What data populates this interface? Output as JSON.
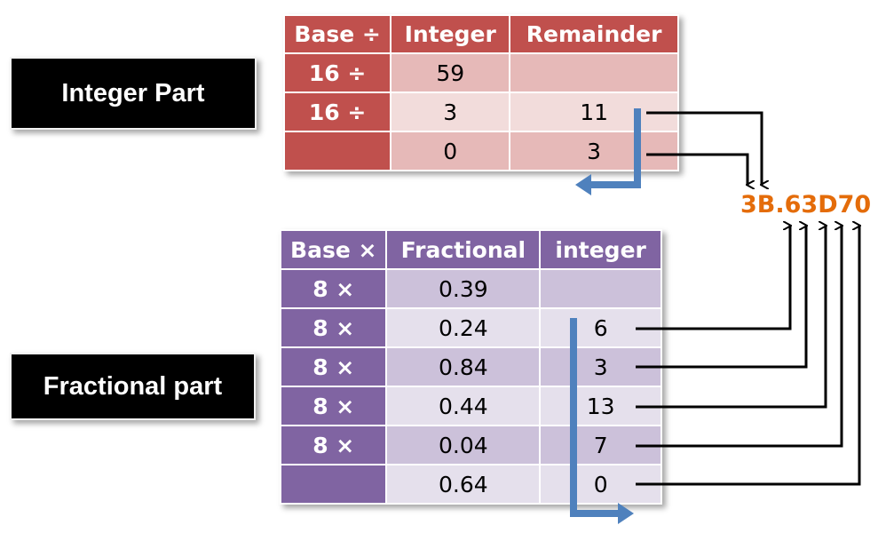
{
  "labels": {
    "integer_part": "Integer Part",
    "fractional_part": "Fractional part"
  },
  "integer_table": {
    "headers": [
      "Base ÷",
      "Integer",
      "Remainder"
    ],
    "rows": [
      {
        "op": "16 ÷",
        "integer": "59",
        "remainder": ""
      },
      {
        "op": "16 ÷",
        "integer": "3",
        "remainder": "11"
      },
      {
        "op": "",
        "integer": "0",
        "remainder": "3"
      }
    ]
  },
  "fraction_table": {
    "headers": [
      "Base ×",
      "Fractional",
      "integer"
    ],
    "rows": [
      {
        "op": "8 ×",
        "fractional": "0.39",
        "integer": ""
      },
      {
        "op": "8 ×",
        "fractional": "0.24",
        "integer": "6"
      },
      {
        "op": "8 ×",
        "fractional": "0.84",
        "integer": "3"
      },
      {
        "op": "8 ×",
        "fractional": "0.44",
        "integer": "13"
      },
      {
        "op": "8 ×",
        "fractional": "0.04",
        "integer": "7"
      },
      {
        "op": "",
        "fractional": "0.64",
        "integer": "0"
      }
    ]
  },
  "result": "3B.63D70",
  "colors": {
    "integer_header": "#c0504d",
    "fraction_header": "#8064a2",
    "result": "#e46c0a",
    "read_arrow": "#4f81bd"
  }
}
